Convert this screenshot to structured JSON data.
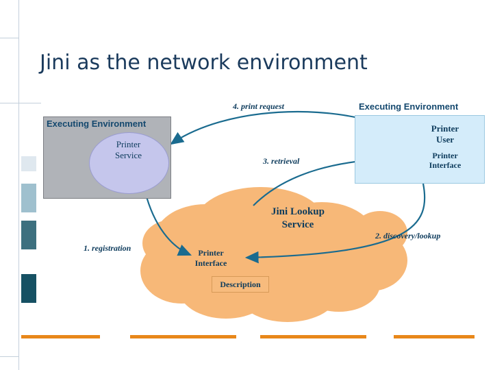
{
  "slide": {
    "title": "Jini as the network environment",
    "background_color": "#ffffff",
    "title_color": "#1a3a5c"
  },
  "colors": {
    "exec_box_fill": "#b0b3b8",
    "ellipse_fill": "#c5c6ec",
    "blue_box_fill": "#d4ecfa",
    "cloud_fill": "#f7b878",
    "orange_box_fill": "#f7bb7d",
    "arrow_color": "#1a6b8f",
    "accent_orange": "#e8871a",
    "accent_teal": "#2b6a78"
  },
  "diagram": {
    "left_environment": {
      "label": "Executing Environment",
      "service_label_line1": "Printer",
      "service_label_line2": "Service"
    },
    "right_environment": {
      "label": "Executing Environment",
      "user_label_line1": "Printer",
      "user_label_line2": "User",
      "interface_label_line1": "Printer",
      "interface_label_line2": "Interface"
    },
    "cloud": {
      "label_line1": "Jini Lookup",
      "label_line2": "Service",
      "printer_interface_line1": "Printer",
      "printer_interface_line2": "Interface",
      "description_label": "Description"
    },
    "steps": [
      {
        "id": "step-1",
        "label": "1. registration"
      },
      {
        "id": "step-2",
        "label": "2. discovery/lookup"
      },
      {
        "id": "step-3",
        "label": "3. retrieval"
      },
      {
        "id": "step-4",
        "label": "4. print request"
      }
    ]
  }
}
